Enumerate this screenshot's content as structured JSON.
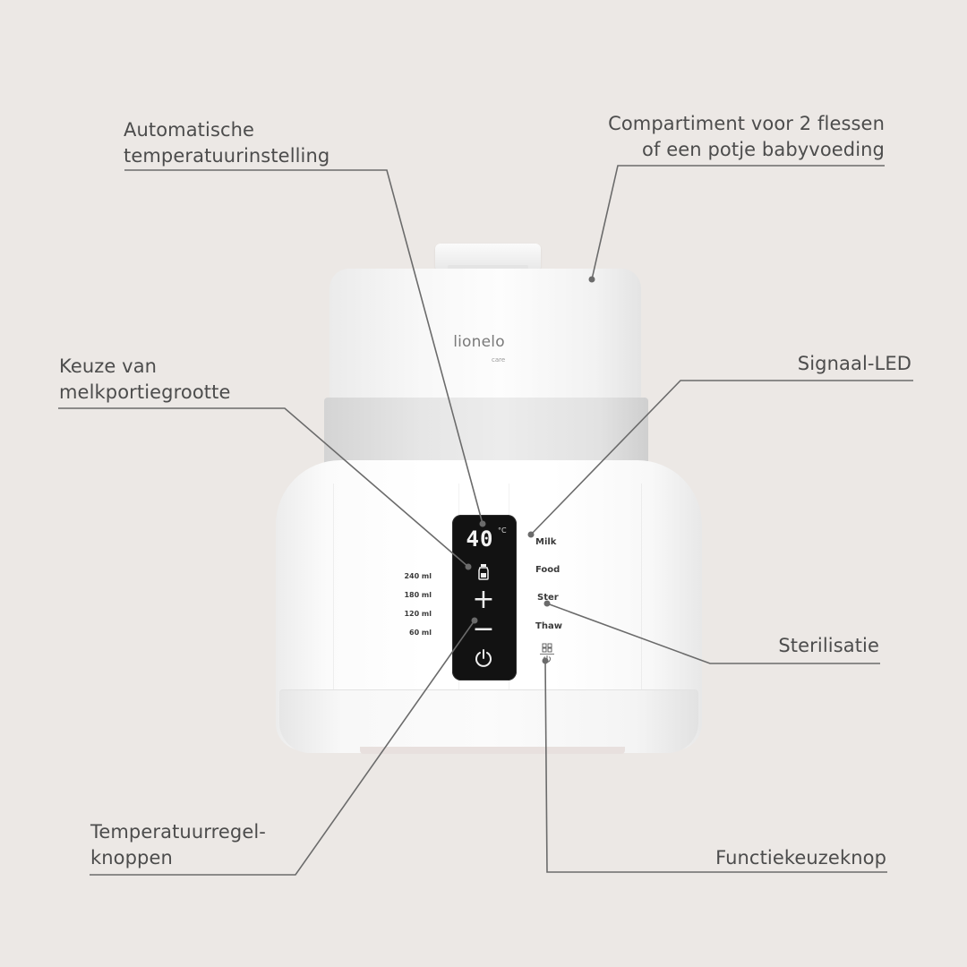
{
  "callouts": {
    "auto_temp": [
      "Automatische",
      "temperatuurinstelling"
    ],
    "compartment": [
      "Compartiment voor 2 flessen",
      "of een potje babyvoeding"
    ],
    "portion": [
      "Keuze van",
      "melkportiegrootte"
    ],
    "signal_led": [
      "Signaal-LED"
    ],
    "sterilisation": [
      "Sterilisatie"
    ],
    "temp_buttons": [
      "Temperatuurregel-",
      "knoppen"
    ],
    "function_button": [
      "Functiekeuzeknop"
    ]
  },
  "device": {
    "brand": "lionelo",
    "brand_sub": "care",
    "display_temp": "40",
    "display_unit": "°C",
    "volumes": [
      "240 ml",
      "180 ml",
      "120 ml",
      "60 ml"
    ],
    "functions": [
      "Milk",
      "Food",
      "Ster",
      "Thaw"
    ],
    "plus_glyph": "+",
    "minus_glyph": "−",
    "bottle_icon": "bottle-icon",
    "power_icon": "power-icon",
    "grid_icon": "grid-icon"
  },
  "colors": {
    "background": "#ece8e5",
    "text": "#4c4c4c",
    "line": "#6b6b6b",
    "panel": "#121212"
  }
}
